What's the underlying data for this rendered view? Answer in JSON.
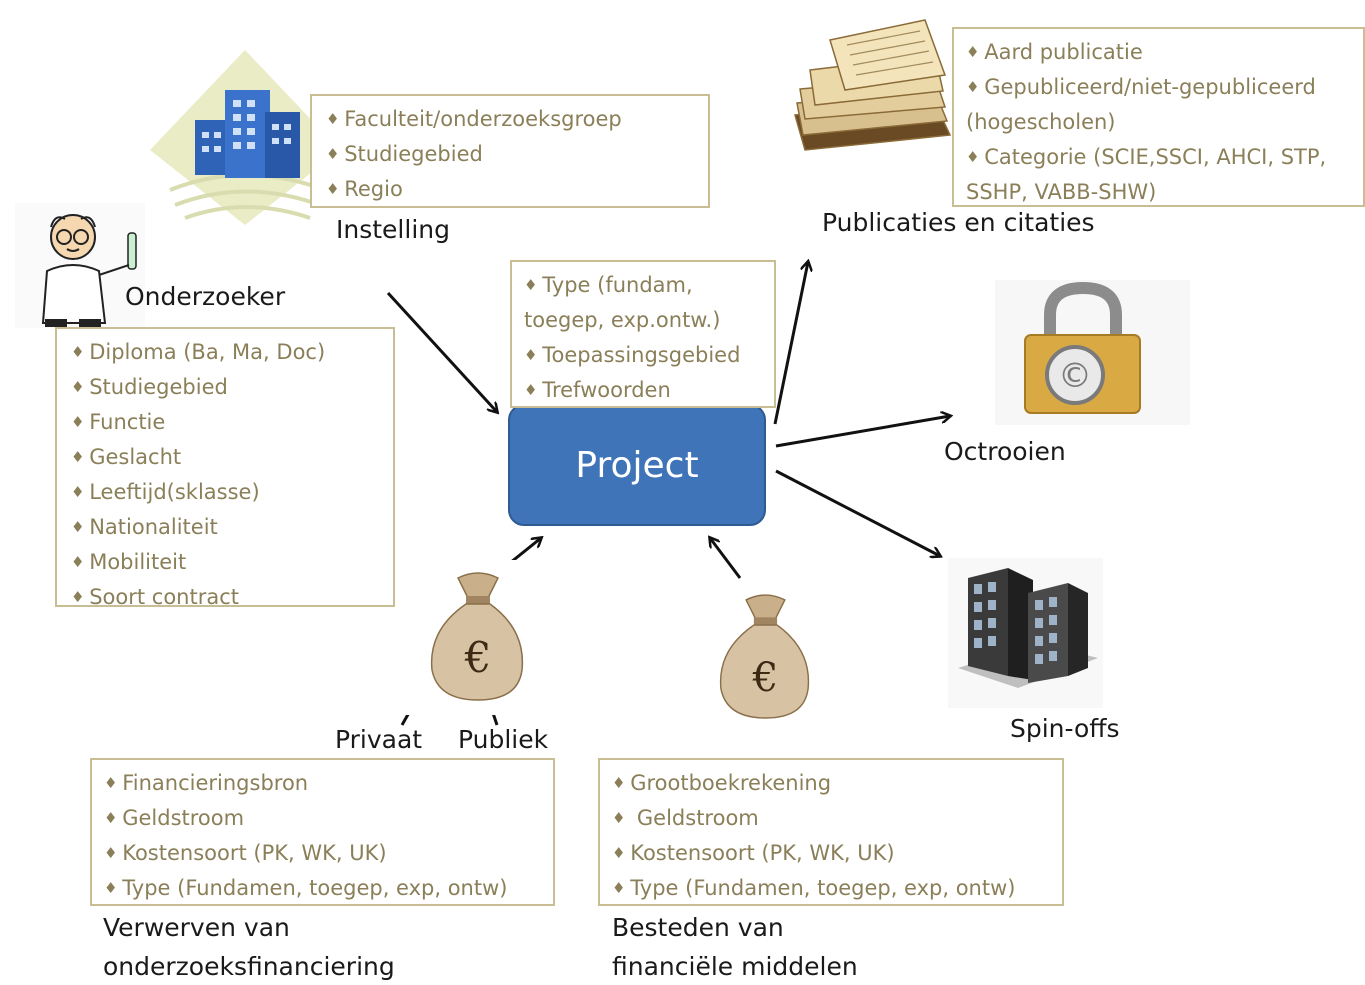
{
  "center": {
    "label": "Project"
  },
  "onderzoeker": {
    "label": "Onderzoeker",
    "items": [
      "Diploma (Ba, Ma, Doc)",
      "Studiegebied",
      "Functie",
      "Geslacht",
      "Leeftijd(sklasse)",
      "Nationaliteit",
      "Mobiliteit",
      "Soort contract"
    ]
  },
  "instelling": {
    "label": "Instelling",
    "items": [
      "Faculteit/onderzoeksgroep",
      "Studiegebied",
      "Regio"
    ]
  },
  "project_attrs": {
    "items": [
      "Type (fundam,",
      "toegep, exp.ontw.)",
      "Toepassingsgebied",
      "Trefwoorden"
    ]
  },
  "publicaties": {
    "label": "Publicaties en citaties",
    "items": [
      "Aard publicatie",
      "Gepubliceerd/niet-gepubliceerd",
      "(hogescholen)",
      "Categorie (SCIE,SSCI, AHCI, STP,",
      "SSHP, VABB-SHW)"
    ]
  },
  "octrooien": {
    "label": "Octrooien"
  },
  "spinoffs": {
    "label": "Spin-offs"
  },
  "verwerven": {
    "label_line1": "Verwerven van",
    "label_line2": "onderzoeksfinanciering",
    "privaat": "Privaat",
    "publiek": "Publiek",
    "items": [
      "Financieringsbron",
      "Geldstroom",
      "Kostensoort  (PK, WK, UK)",
      "Type (Fundamen, toegep, exp, ontw)"
    ]
  },
  "besteden": {
    "label_line1": "Besteden van",
    "label_line2": "financiële middelen",
    "items": [
      "Grootboekrekening",
      " Geldstroom",
      "Kostensoort  (PK, WK, UK)",
      "Type (Fundamen, toegep, exp, ontw)"
    ]
  },
  "icons": [
    "buildings-icon",
    "scientist-icon",
    "papers-icon",
    "padlock-copyright-icon",
    "money-bag-icon",
    "office-building-icon"
  ]
}
